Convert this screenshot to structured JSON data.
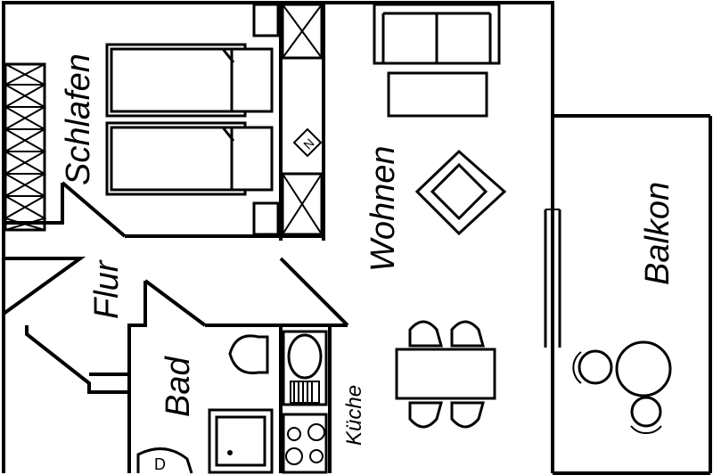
{
  "rooms": {
    "schlafen": "Schlafen",
    "wohnen": "Wohnen",
    "balkon": "Balkon",
    "flur": "Flur",
    "bad": "Bad",
    "kueche": "Küche"
  }
}
